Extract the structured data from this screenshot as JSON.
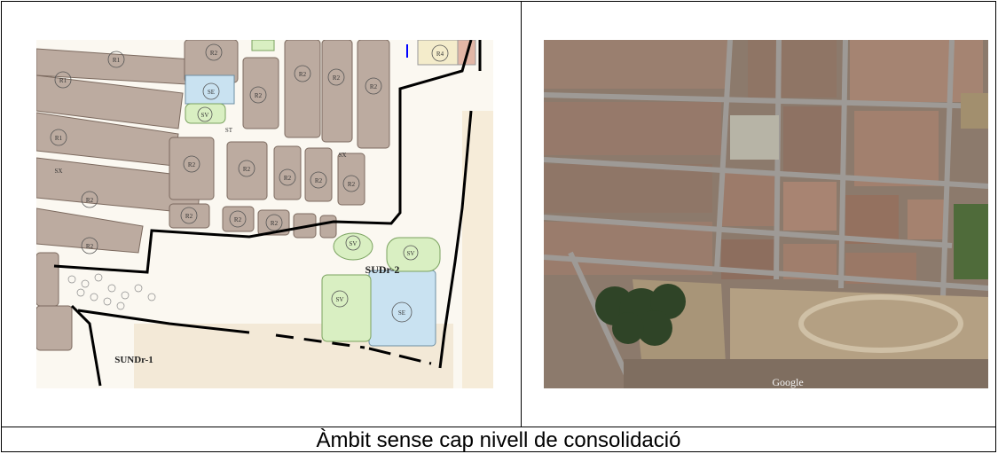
{
  "figure": {
    "plan": {
      "zone_labels": [
        "SUDr-2",
        "SUNDr-1"
      ],
      "block_codes": {
        "r1": "R1",
        "r2": "R2",
        "r4": "R4",
        "se": "SE",
        "sv": "SV",
        "sx": "SX",
        "st": "ST"
      }
    },
    "aerial": {
      "watermark": "Google"
    },
    "caption": "Àmbit sense cap nivell de consolidació"
  }
}
